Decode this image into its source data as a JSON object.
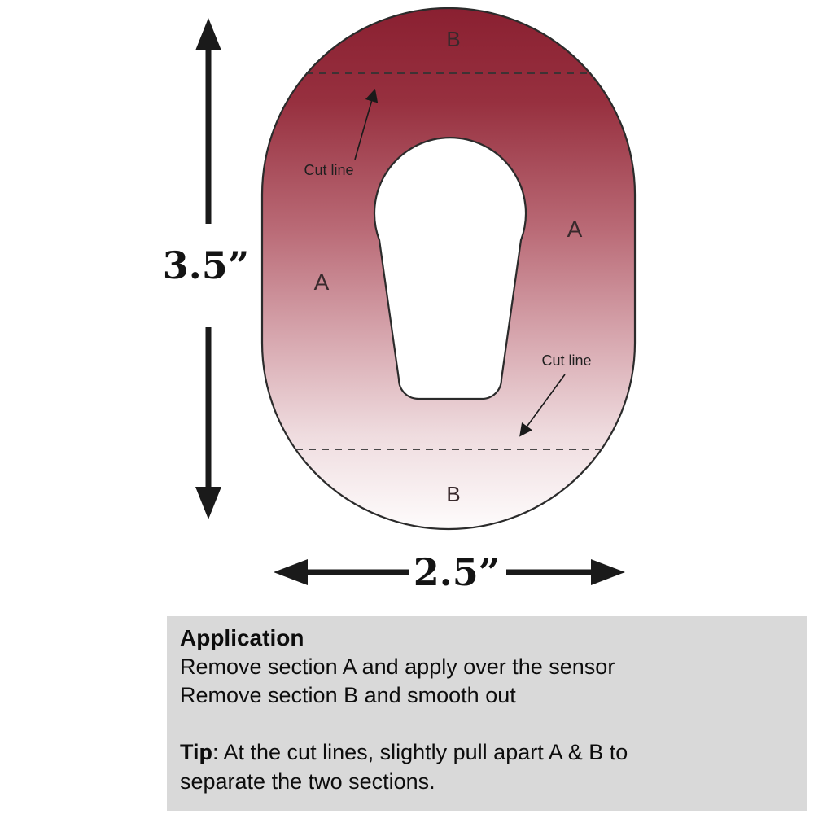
{
  "patch": {
    "label_b_top": "B",
    "label_a_left": "A",
    "label_a_right": "A",
    "label_b_bottom": "B",
    "cut_line_label_top": "Cut line",
    "cut_line_label_bottom": "Cut line"
  },
  "dimensions": {
    "height_label": "3.5”",
    "width_label": "2.5”"
  },
  "instructions": {
    "heading": "Application",
    "line1": "Remove section A and apply over the sensor",
    "line2": "Remove section B and smooth out",
    "tip_label": "Tip",
    "tip_text": ": At the cut lines, slightly pull apart A & B to separate the two sections."
  },
  "colors": {
    "patch_gradient_top": "#8a2031",
    "patch_gradient_bottom": "#fefcfc",
    "patch_outline": "#2b2b2b",
    "arrow_color": "#1a1a1a",
    "instructions_background": "#d9d9d9",
    "text_color": "#0d0d0d"
  }
}
